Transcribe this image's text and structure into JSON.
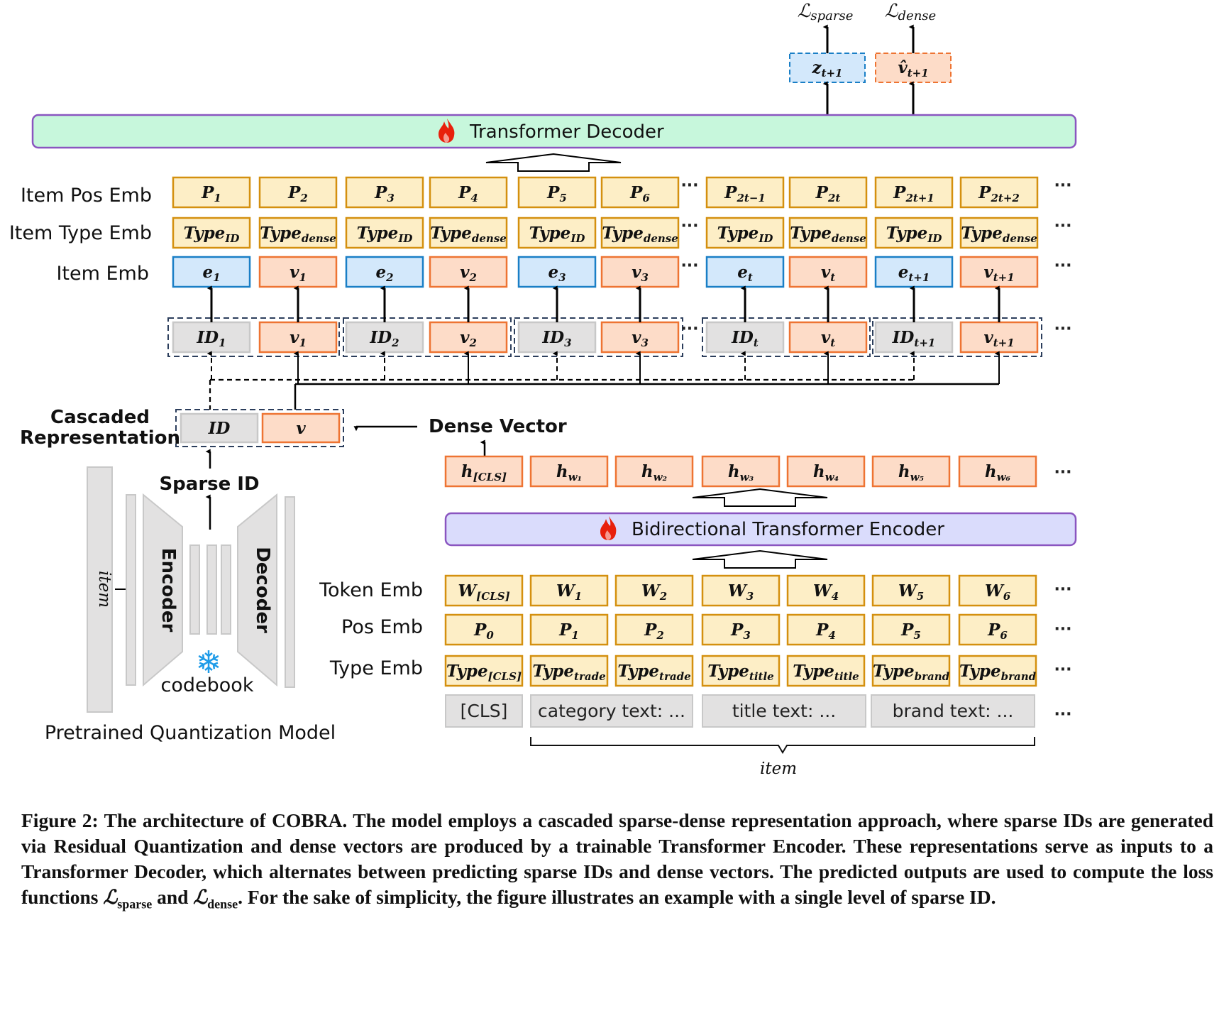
{
  "colors": {
    "yellow_fill": "#fdeec6",
    "yellow_stroke": "#d4900f",
    "blue_fill": "#d3e8fb",
    "blue_stroke": "#1a7fc6",
    "orange_fill": "#fddcc8",
    "orange_stroke": "#ee7433",
    "gray_fill": "#e2e1e1",
    "gray_stroke": "#c8c8c8",
    "dashed_group": "#2c3e5c",
    "decoder_fill": "#c7f7dc",
    "encoder_fill": "#dadcfc",
    "banner_stroke": "#8a55c0",
    "fire": "#e8200c",
    "snowflake": "#1e9be8"
  },
  "outputs": {
    "loss_sparse": {
      "symbol": "ℒ",
      "sub": "sparse"
    },
    "loss_dense": {
      "symbol": "ℒ",
      "sub": "dense"
    },
    "z_pred": {
      "base": "z",
      "sub": "t+1"
    },
    "v_pred": {
      "base": "v̂",
      "sub": "t+1"
    }
  },
  "decoder": {
    "label": "Transformer Decoder",
    "icon": "fire-icon"
  },
  "row_labels": {
    "item_pos": "Item Pos Emb",
    "item_type": "Item Type Emb",
    "item_emb": "Item Emb",
    "token_emb": "Token Emb",
    "pos_emb": "Pos Emb",
    "type_emb": "Type Emb"
  },
  "item_pos_emb": [
    {
      "base": "P",
      "sub": "1"
    },
    {
      "base": "P",
      "sub": "2"
    },
    {
      "base": "P",
      "sub": "3"
    },
    {
      "base": "P",
      "sub": "4"
    },
    {
      "base": "P",
      "sub": "5"
    },
    {
      "base": "P",
      "sub": "6"
    },
    {
      "base": "P",
      "sub": "2t−1"
    },
    {
      "base": "P",
      "sub": "2t"
    },
    {
      "base": "P",
      "sub": "2t+1"
    },
    {
      "base": "P",
      "sub": "2t+2"
    }
  ],
  "item_type_emb": [
    {
      "base": "Type",
      "sub": "ID"
    },
    {
      "base": "Type",
      "sub": "dense"
    },
    {
      "base": "Type",
      "sub": "ID"
    },
    {
      "base": "Type",
      "sub": "dense"
    },
    {
      "base": "Type",
      "sub": "ID"
    },
    {
      "base": "Type",
      "sub": "dense"
    },
    {
      "base": "Type",
      "sub": "ID"
    },
    {
      "base": "Type",
      "sub": "dense"
    },
    {
      "base": "Type",
      "sub": "ID"
    },
    {
      "base": "Type",
      "sub": "dense"
    }
  ],
  "item_emb": [
    {
      "base": "e",
      "sub": "1",
      "kind": "blue"
    },
    {
      "base": "v",
      "sub": "1",
      "kind": "orange"
    },
    {
      "base": "e",
      "sub": "2",
      "kind": "blue"
    },
    {
      "base": "v",
      "sub": "2",
      "kind": "orange"
    },
    {
      "base": "e",
      "sub": "3",
      "kind": "blue"
    },
    {
      "base": "v",
      "sub": "3",
      "kind": "orange"
    },
    {
      "base": "e",
      "sub": "t",
      "kind": "blue"
    },
    {
      "base": "v",
      "sub": "t",
      "kind": "orange"
    },
    {
      "base": "e",
      "sub": "t+1",
      "kind": "blue"
    },
    {
      "base": "v",
      "sub": "t+1",
      "kind": "orange"
    }
  ],
  "cascaded_inputs": [
    {
      "base": "ID",
      "sub": "1",
      "kind": "gray"
    },
    {
      "base": "v",
      "sub": "1",
      "kind": "orange"
    },
    {
      "base": "ID",
      "sub": "2",
      "kind": "gray"
    },
    {
      "base": "v",
      "sub": "2",
      "kind": "orange"
    },
    {
      "base": "ID",
      "sub": "3",
      "kind": "gray"
    },
    {
      "base": "v",
      "sub": "3",
      "kind": "orange"
    },
    {
      "base": "ID",
      "sub": "t",
      "kind": "gray"
    },
    {
      "base": "v",
      "sub": "t",
      "kind": "orange"
    },
    {
      "base": "ID",
      "sub": "t+1",
      "kind": "gray"
    },
    {
      "base": "v",
      "sub": "t+1",
      "kind": "orange"
    }
  ],
  "cascaded": {
    "label_line1": "Cascaded",
    "label_line2": "Representation",
    "id": {
      "base": "ID",
      "sub": ""
    },
    "v": {
      "base": "v",
      "sub": ""
    },
    "dense_vector_label": "Dense Vector",
    "sparse_id_label": "Sparse ID"
  },
  "quantizer": {
    "item_label": "item",
    "encoder_label": "Encoder",
    "decoder_label": "Decoder",
    "codebook_label": "codebook",
    "codebook_icon": "snowflake-icon",
    "title": "Pretrained Quantization Model"
  },
  "hidden_states": [
    {
      "base": "h",
      "sub": "[CLS]"
    },
    {
      "base": "h",
      "sub": "w₁"
    },
    {
      "base": "h",
      "sub": "w₂"
    },
    {
      "base": "h",
      "sub": "w₃"
    },
    {
      "base": "h",
      "sub": "w₄"
    },
    {
      "base": "h",
      "sub": "w₅"
    },
    {
      "base": "h",
      "sub": "w₆"
    }
  ],
  "encoder": {
    "label": "Bidirectional Transformer Encoder",
    "icon": "fire-icon"
  },
  "token_emb": [
    {
      "base": "W",
      "sub": "[CLS]"
    },
    {
      "base": "W",
      "sub": "1"
    },
    {
      "base": "W",
      "sub": "2"
    },
    {
      "base": "W",
      "sub": "3"
    },
    {
      "base": "W",
      "sub": "4"
    },
    {
      "base": "W",
      "sub": "5"
    },
    {
      "base": "W",
      "sub": "6"
    }
  ],
  "pos_emb": [
    {
      "base": "P",
      "sub": "0"
    },
    {
      "base": "P",
      "sub": "1"
    },
    {
      "base": "P",
      "sub": "2"
    },
    {
      "base": "P",
      "sub": "3"
    },
    {
      "base": "P",
      "sub": "4"
    },
    {
      "base": "P",
      "sub": "5"
    },
    {
      "base": "P",
      "sub": "6"
    }
  ],
  "type_emb": [
    {
      "base": "Type",
      "sub": "[CLS]"
    },
    {
      "base": "Type",
      "sub": "trade"
    },
    {
      "base": "Type",
      "sub": "trade"
    },
    {
      "base": "Type",
      "sub": "title"
    },
    {
      "base": "Type",
      "sub": "title"
    },
    {
      "base": "Type",
      "sub": "brand"
    },
    {
      "base": "Type",
      "sub": "brand"
    }
  ],
  "text_inputs": [
    "[CLS]",
    "category text: ...",
    "title text: ...",
    "brand text: ..."
  ],
  "item_brace_label": "item",
  "ellipsis": "···",
  "caption": {
    "part1": "Figure 2: The architecture of COBRA. The model employs a cascaded sparse-dense representation approach, where sparse IDs are generated via Residual Quantization and dense vectors are produced by a trainable Transformer Encoder. These representations serve as inputs to a Transformer Decoder, which alternates between predicting sparse IDs and dense vectors. The predicted outputs are used to compute the loss functions ",
    "loss1": "ℒ",
    "loss1_sub": "sparse",
    "and": " and ",
    "loss2": "ℒ",
    "loss2_sub": "dense",
    "part2": ". For the sake of simplicity, the figure illustrates an example with a single level of sparse ID."
  }
}
